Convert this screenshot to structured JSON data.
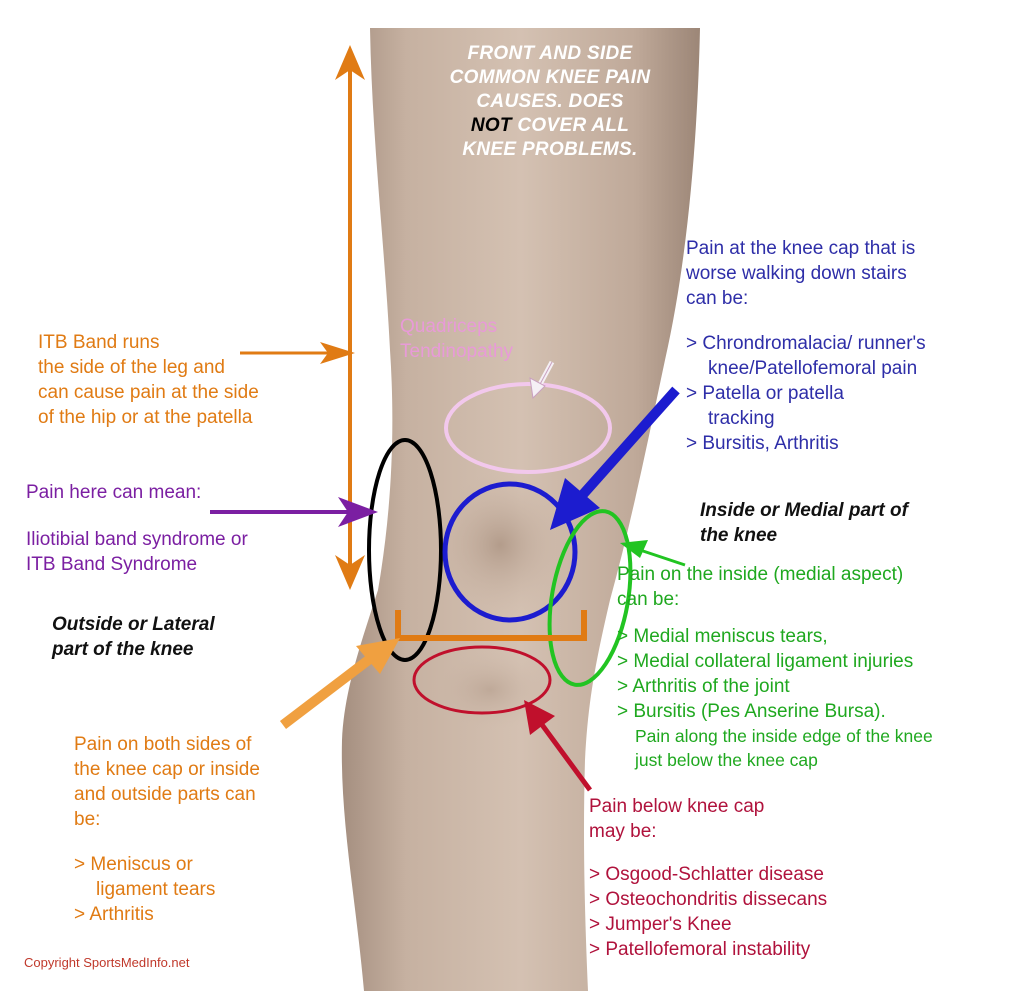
{
  "colors": {
    "skin": "#c9b3a2",
    "orange": "#e07b14",
    "purple": "#7b1fa2",
    "blue": "#1c1ccf",
    "green": "#22c422",
    "red": "#c0102c",
    "pink": "#f2c8ec",
    "black": "#000000"
  },
  "title": {
    "line1": "FRONT AND SIDE",
    "line2": "COMMON KNEE PAIN",
    "line3": "CAUSES. DOES",
    "not_word": "NOT",
    "line4_rest": " COVER ALL",
    "line5": "KNEE PROBLEMS."
  },
  "itb": {
    "lines": [
      "ITB Band runs",
      "the side of the leg and",
      "can cause pain at the side",
      "of the hip or at the patella"
    ]
  },
  "quadriceps": {
    "lines": [
      "Quadriceps",
      "Tendinopathy"
    ]
  },
  "kneecap": {
    "intro": [
      "Pain at the knee cap that is",
      "worse walking down stairs",
      "can be:"
    ],
    "items": [
      {
        "text": "> Chrondromalacia/ runner's",
        "indent": false
      },
      {
        "text": "knee/Patellofemoral pain",
        "indent": true
      },
      {
        "text": "> Patella or patella",
        "indent": false
      },
      {
        "text": "tracking",
        "indent": true
      },
      {
        "text": "> Bursitis, Arthritis",
        "indent": false
      }
    ]
  },
  "iliotibial": {
    "intro": "Pain here can mean:",
    "lines": [
      "Iliotibial band syndrome or",
      "ITB Band Syndrome"
    ]
  },
  "medial_heading": {
    "lines": [
      "Inside or Medial part of",
      "the knee"
    ]
  },
  "lateral_heading": {
    "lines": [
      "Outside or Lateral",
      "part of the knee"
    ]
  },
  "medial": {
    "intro": [
      "Pain on the inside (medial aspect)",
      "can be:"
    ],
    "items": [
      "> Medial meniscus tears,",
      "> Medial collateral ligament injuries",
      "> Arthritis of the joint",
      "> Bursitis (Pes Anserine Bursa)."
    ],
    "note": [
      "Pain along the inside edge of the knee",
      "just below the knee cap"
    ]
  },
  "both_sides": {
    "intro": [
      "Pain on both sides of",
      "the knee cap or inside",
      "and outside parts can",
      "be:"
    ],
    "items": [
      {
        "text": "> Meniscus or",
        "indent": false
      },
      {
        "text": "ligament tears",
        "indent": true
      },
      {
        "text": "> Arthritis",
        "indent": false
      }
    ]
  },
  "below_cap": {
    "intro": [
      "Pain below knee cap",
      "may be:"
    ],
    "items": [
      "> Osgood-Schlatter disease",
      "> Osteochondritis dissecans",
      "> Jumper's Knee",
      "> Patellofemoral instability"
    ]
  },
  "copyright": "Copyright SportsMedInfo.net"
}
